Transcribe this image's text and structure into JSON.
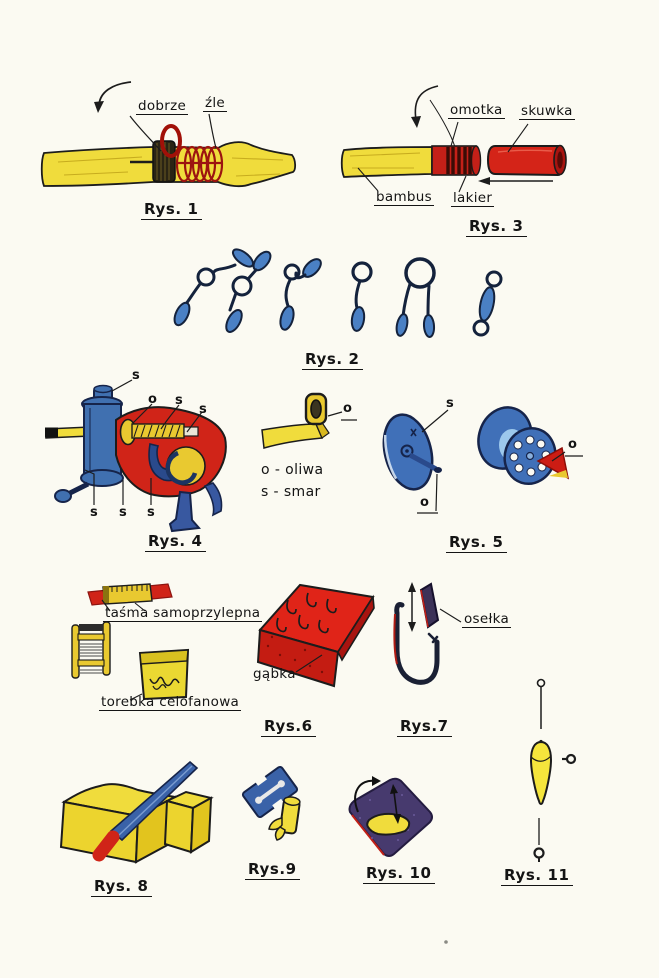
{
  "page": {
    "type": "scanned book illustration page (fishing tackle care, Polish)",
    "background": "#fbfaf2",
    "ink": "#141414"
  },
  "palette": {
    "yellow": "#f0dc3c",
    "yellow_dark": "#e2c41e",
    "red": "#d62a1e",
    "red_dark": "#8c1410",
    "blue": "#4472b4",
    "blue_dark": "#16244a",
    "blue_light": "#9cc8ec",
    "purple": "#473a6e"
  },
  "labels": {
    "rys1": {
      "caption": "Rys. 1",
      "good": "dobrze",
      "bad": "źle"
    },
    "rys2": {
      "caption": "Rys. 2"
    },
    "rys3": {
      "caption": "Rys. 3",
      "wrap": "omotka",
      "ferrule": "skuwka",
      "bamboo": "bambus",
      "lacquer": "lakier"
    },
    "rys4": {
      "caption": "Rys. 4",
      "mark_s": "s",
      "mark_o": "o"
    },
    "legend": {
      "oil": "o - oliwa",
      "grease": "s - smar",
      "mark_o": "o"
    },
    "rys5": {
      "caption": "Rys. 5",
      "mark_s": "s",
      "mark_o": "o"
    },
    "rys6": {
      "caption": "Rys.6",
      "tape": "taśma samoprzylepna",
      "bag": "torebka celofanowa",
      "sponge": "gąbka"
    },
    "rys7": {
      "caption": "Rys.7",
      "whetstone": "osełka"
    },
    "rys8": {
      "caption": "Rys. 8"
    },
    "rys9": {
      "caption": "Rys.9"
    },
    "rys10": {
      "caption": "Rys. 10"
    },
    "rys11": {
      "caption": "Rys. 11"
    }
  }
}
